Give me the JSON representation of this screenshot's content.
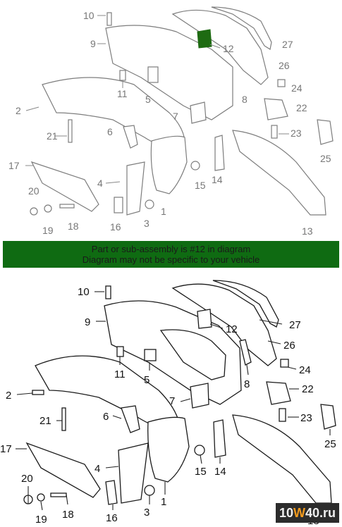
{
  "banner": {
    "line1": "Part or sub-assembly is #12 in diagram",
    "line2": "Diagram may not be specific to your vehicle"
  },
  "highlight_color": "#1e6b12",
  "callouts": [
    "1",
    "2",
    "3",
    "4",
    "5",
    "6",
    "7",
    "8",
    "9",
    "10",
    "11",
    "12",
    "13",
    "14",
    "15",
    "16",
    "17",
    "18",
    "19",
    "20",
    "21",
    "22",
    "23",
    "24",
    "25",
    "26",
    "27"
  ],
  "watermark": {
    "prefix": "10",
    "accent": "W",
    "suffix": "40.ru"
  }
}
